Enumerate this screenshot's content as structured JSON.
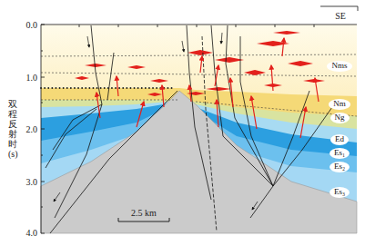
{
  "diagram": {
    "nodes": [
      {
        "text": [
          "Nms"
        ]
      },
      {
        "text": [
          "Nm"
        ]
      },
      {
        "text": [
          "Ng"
        ]
      },
      {
        "text": [
          "Ed"
        ]
      },
      {
        "text": [
          "Es₁"
        ]
      },
      {
        "text": [
          "Es₂"
        ]
      },
      {
        "text": [
          "Es₃"
        ]
      }
    ],
    "labels": [
      "SE",
      "0.0",
      "1.0",
      "2.0",
      "3.0",
      "4.0",
      "双程反射时(s)",
      "2.5 km"
    ]
  }
}
